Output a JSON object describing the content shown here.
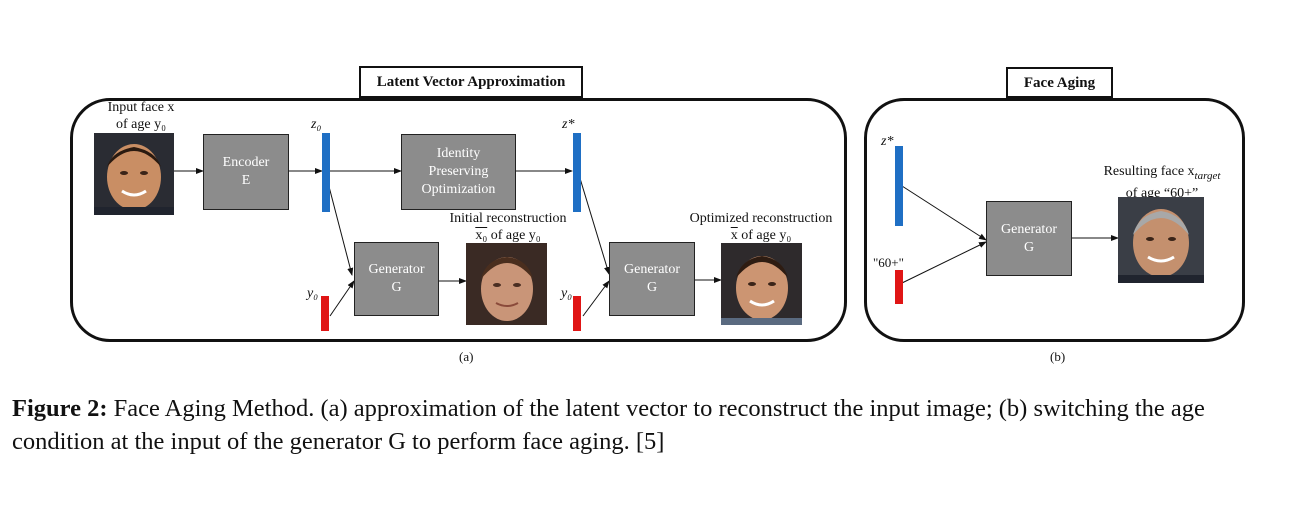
{
  "panel_a": {
    "title": "Latent Vector Approximation",
    "label": "(a)",
    "input_face_line1": "Input face x",
    "input_face_line2": "of age y₀",
    "encoder_line1": "Encoder",
    "encoder_line2": "E",
    "z0_label": "z₀",
    "ipo_line1": "Identity",
    "ipo_line2": "Preserving",
    "ipo_line3": "Optimization",
    "zstar_label": "z*",
    "generator1_line1": "Generator",
    "generator1_line2": "G",
    "y0_label_1": "y₀",
    "initial_recon_line1": "Initial reconstruction",
    "initial_recon_sym": "x₀",
    "initial_recon_rest": " of age y₀",
    "generator2_line1": "Generator",
    "generator2_line2": "G",
    "y0_label_2": "y₀",
    "optimized_recon_line1": "Optimized reconstruction",
    "optimized_recon_sym": "x",
    "optimized_recon_rest": " of age y₀"
  },
  "panel_b": {
    "title": "Face Aging",
    "label": "(b)",
    "zstar_label": "z*",
    "age_label": "\"60+\"",
    "generator_line1": "Generator",
    "generator_line2": "G",
    "result_line1": "Resulting face x",
    "result_sub": "target",
    "result_line2": "of age “60+”"
  },
  "caption": {
    "bold": "Figure 2:",
    "text": " Face Aging Method. (a) approximation of the latent vector to reconstruct the input image; (b) switching the age condition at the input of the generator G to perform face aging. [5]"
  },
  "colors": {
    "latent_vector": "#1f6fc4",
    "condition_vector": "#e01515",
    "block_fill": "#8c8c8c"
  }
}
